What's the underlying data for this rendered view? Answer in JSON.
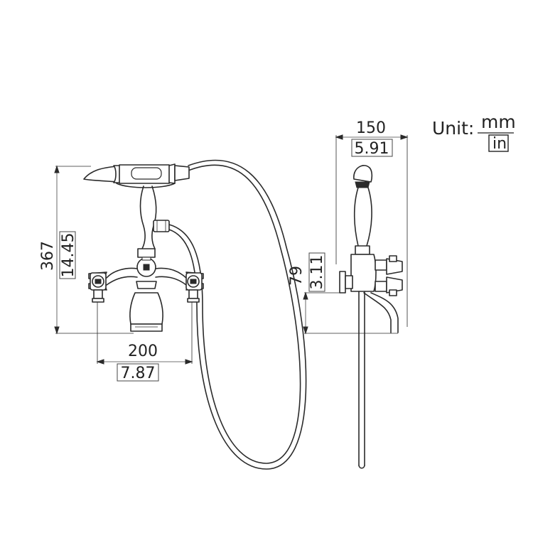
{
  "units": {
    "label": "Unit:",
    "numerator": "mm",
    "denominator": "in"
  },
  "dimensions": {
    "overall_height": {
      "mm": "367",
      "in": "14.45"
    },
    "center_spacing": {
      "mm": "200",
      "in": "7.87"
    },
    "spout_projection": {
      "mm": "150",
      "in": "5.91"
    },
    "spout_height": {
      "mm": "79",
      "in": "3.11"
    }
  }
}
